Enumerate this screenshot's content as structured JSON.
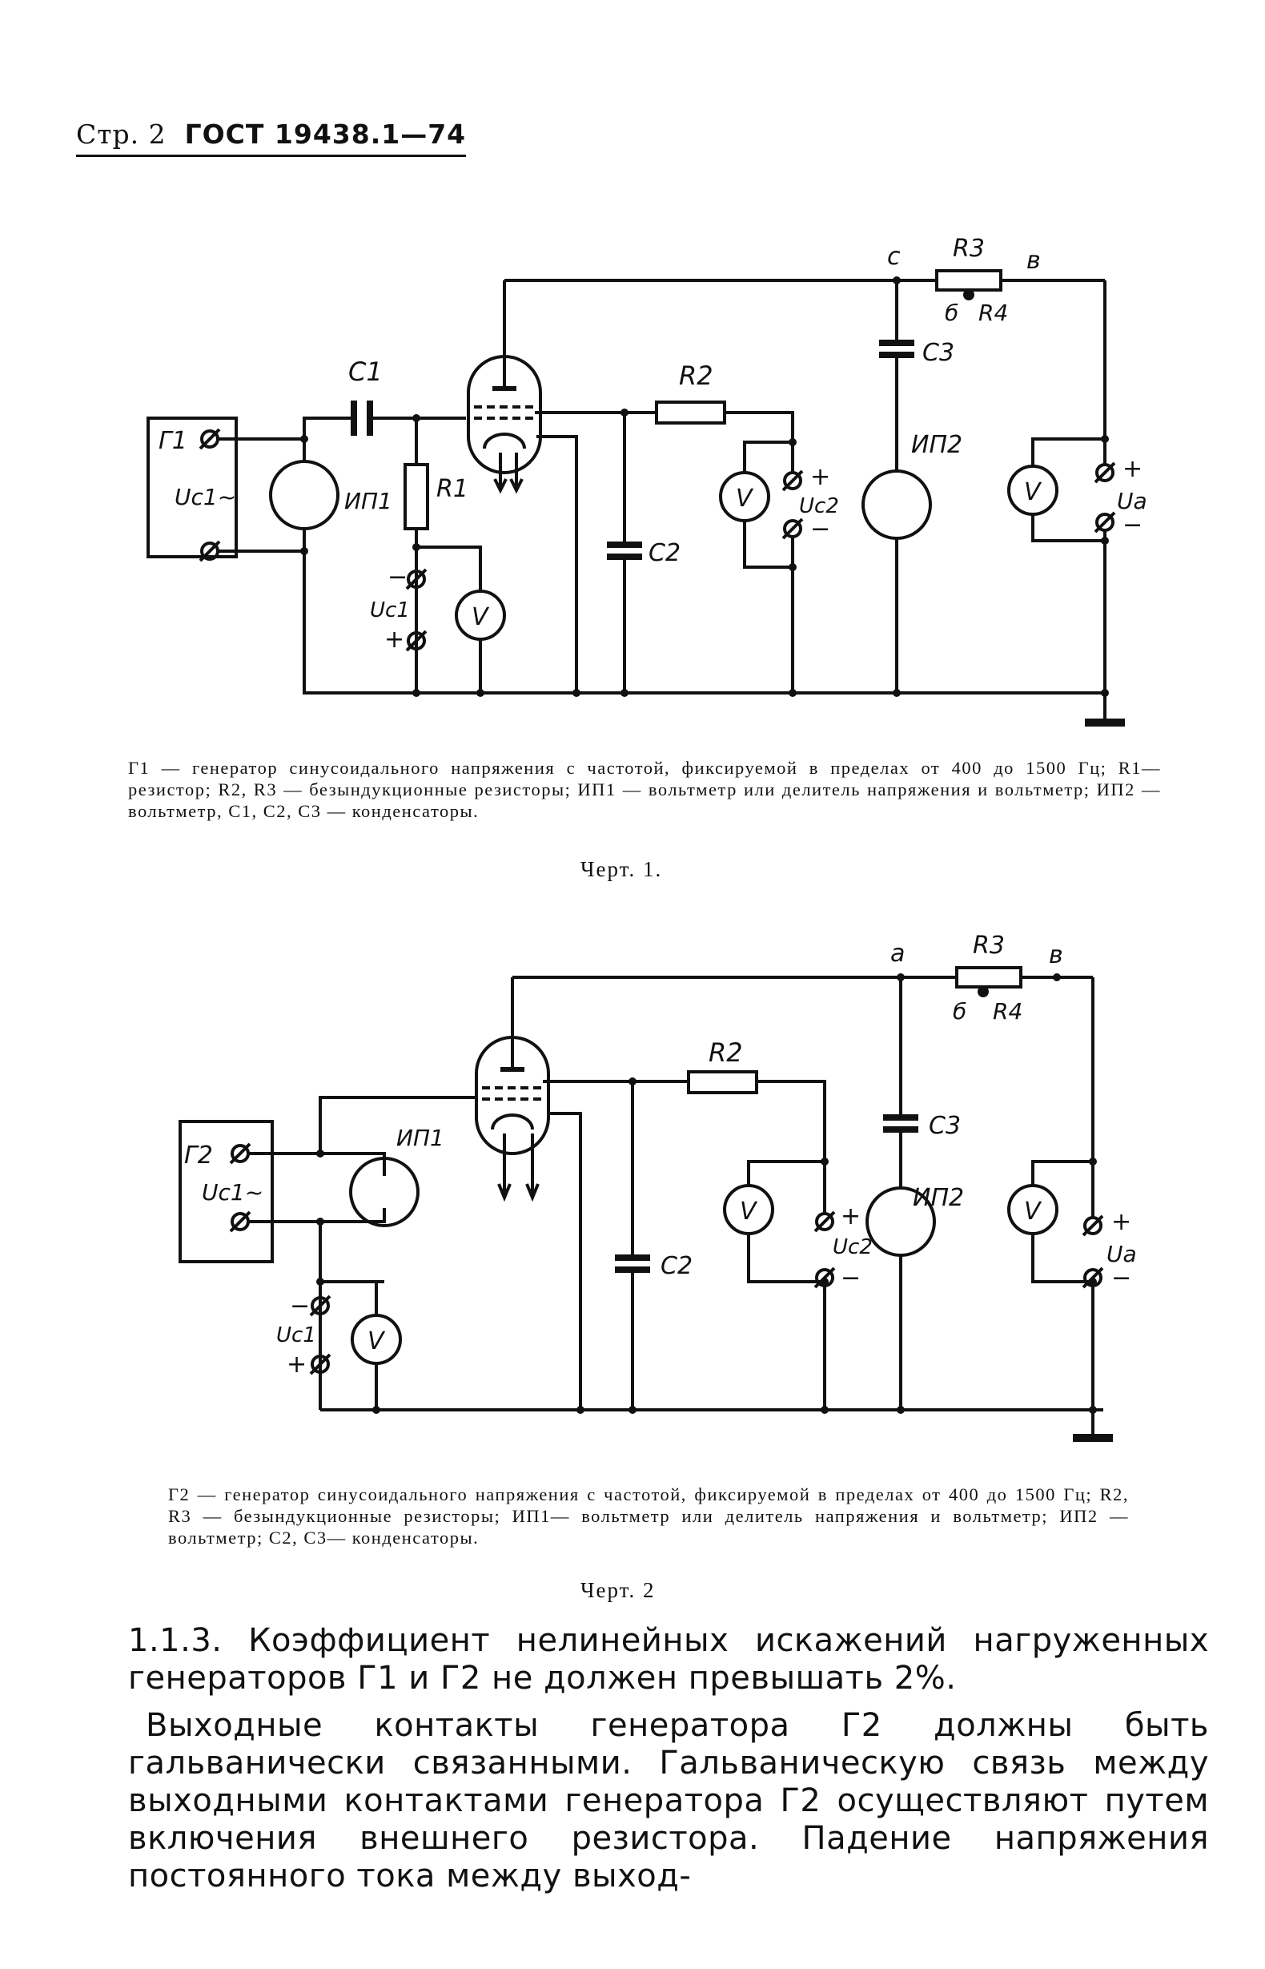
{
  "header": {
    "page": "Стр. 2",
    "standard": "ГОСТ 19438.1—74"
  },
  "figure1": {
    "labels": {
      "g": "Г1",
      "uc1": "Uc1~",
      "c1": "C1",
      "ip1": "ИП1",
      "r1": "R1",
      "r2": "R2",
      "c2": "C2",
      "uc2": "Uc2",
      "c3": "C3",
      "ip2": "ИП2",
      "r3": "R3",
      "r4": "R4",
      "node_c": "c",
      "node_b": "б",
      "node_v": "в",
      "ua": "Ua",
      "uc1_dc": "Uc1",
      "v": "V",
      "plus": "+",
      "minus": "−"
    },
    "caption": "Г1 — генератор синусоидального напряжения с частотой, фиксируемой в пределах от 400 до 1500 Гц; R1— резистор; R2, R3 — безындукционные резисторы; ИП1 — вольтметр или делитель напряжения и вольтметр; ИП2 — вольтметр, C1, C2, C3 — конденсаторы.",
    "label": "Черт. 1."
  },
  "figure2": {
    "labels": {
      "g": "Г2",
      "uc1": "Uc1~",
      "ip1": "ИП1",
      "r2": "R2",
      "c2": "C2",
      "uc2": "Uc2",
      "c3": "C3",
      "ip2": "ИП2",
      "r3": "R3",
      "r4": "R4",
      "node_a": "a",
      "node_b": "б",
      "node_v": "в",
      "ua": "Ua",
      "uc1_dc": "Uc1",
      "v": "V",
      "plus": "+",
      "minus": "−"
    },
    "caption": "Г2 — генератор синусоидального напряжения с частотой, фиксируемой в пределах от 400 до 1500 Гц; R2, R3 — безындукционные резисторы; ИП1— вольтметр или делитель напряжения и вольтметр; ИП2 — вольтметр; C2, C3— конденсаторы.",
    "label": "Черт. 2"
  },
  "text": {
    "p1": "1.1.3. Коэффициент нелинейных искажений нагруженных генераторов Г1 и Г2 не должен превышать 2%.",
    "p2": "Выходные контакты генератора Г2 должны быть гальванически связанными. Гальваническую связь между выходными контактами генератора Г2 осуществляют путем включения внешнего резистора. Падение напряжения постоянного тока между выход-"
  }
}
